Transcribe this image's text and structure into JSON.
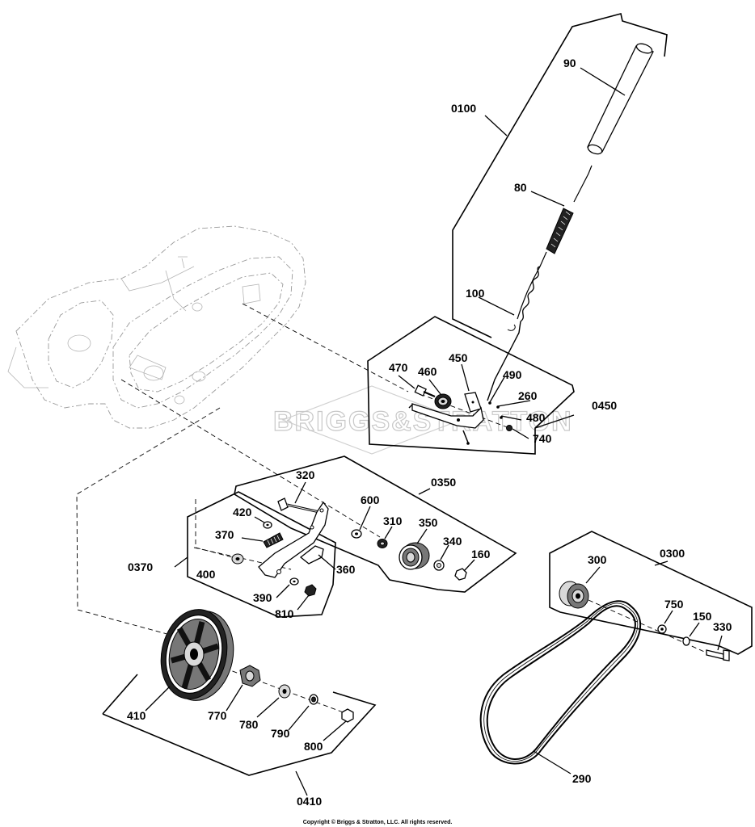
{
  "labels": {
    "assy_0100": "0100",
    "assy_0450": "0450",
    "assy_0350": "0350",
    "assy_0370": "0370",
    "assy_0300": "0300",
    "assy_0410": "0410",
    "p90": "90",
    "p80": "80",
    "p100": "100",
    "p470": "470",
    "p460": "460",
    "p450": "450",
    "p490": "490",
    "p260": "260",
    "p480": "480",
    "p740": "740",
    "p320": "320",
    "p600": "600",
    "p310": "310",
    "p350": "350",
    "p340": "340",
    "p160": "160",
    "p420": "420",
    "p370": "370",
    "p400": "400",
    "p360": "360",
    "p390": "390",
    "p810": "810",
    "p300": "300",
    "p750": "750",
    "p150": "150",
    "p330": "330",
    "p290": "290",
    "p410": "410",
    "p770": "770",
    "p780": "780",
    "p790": "790",
    "p800": "800"
  },
  "watermark": "BRIGGS&STRATTON",
  "copyright": "Copyright © Briggs & Stratton, LLC. All rights reserved."
}
